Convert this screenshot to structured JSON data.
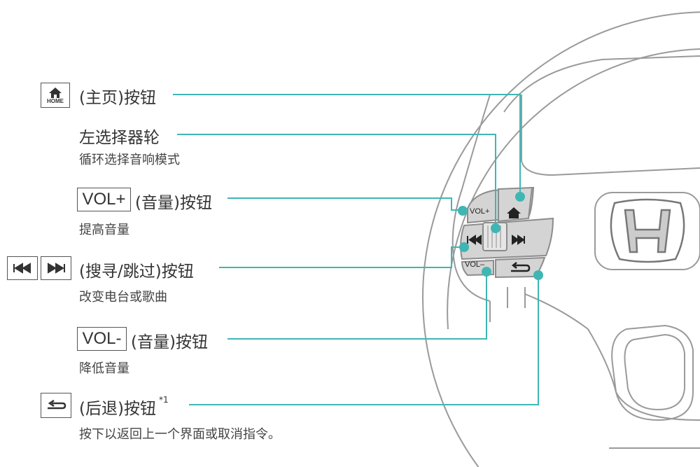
{
  "colors": {
    "accent": "#3fb6b4",
    "line": "#999999",
    "button": "#d3d3d3"
  },
  "items": [
    {
      "icon": "home-icon",
      "icon_text": "HOME",
      "label": "(主页)按钮"
    },
    {
      "label": "左选择器轮",
      "desc": "循环选择音响模式"
    },
    {
      "icon_text": "VOL+",
      "label": "(音量)按钮",
      "desc": "提高音量"
    },
    {
      "icon": "seek-icons",
      "label": "(搜寻/跳过)按钮",
      "desc": "改变电台或歌曲"
    },
    {
      "icon_text": "VOL-",
      "label": "(音量)按钮",
      "desc": "降低音量"
    },
    {
      "icon": "back-icon",
      "label": "(后退)按钮",
      "note": "*1",
      "desc": "按下以返回上一个界面或取消指令。"
    }
  ],
  "wheel_buttons": {
    "vol_up": "VOL+",
    "vol_down": "VOL–"
  }
}
